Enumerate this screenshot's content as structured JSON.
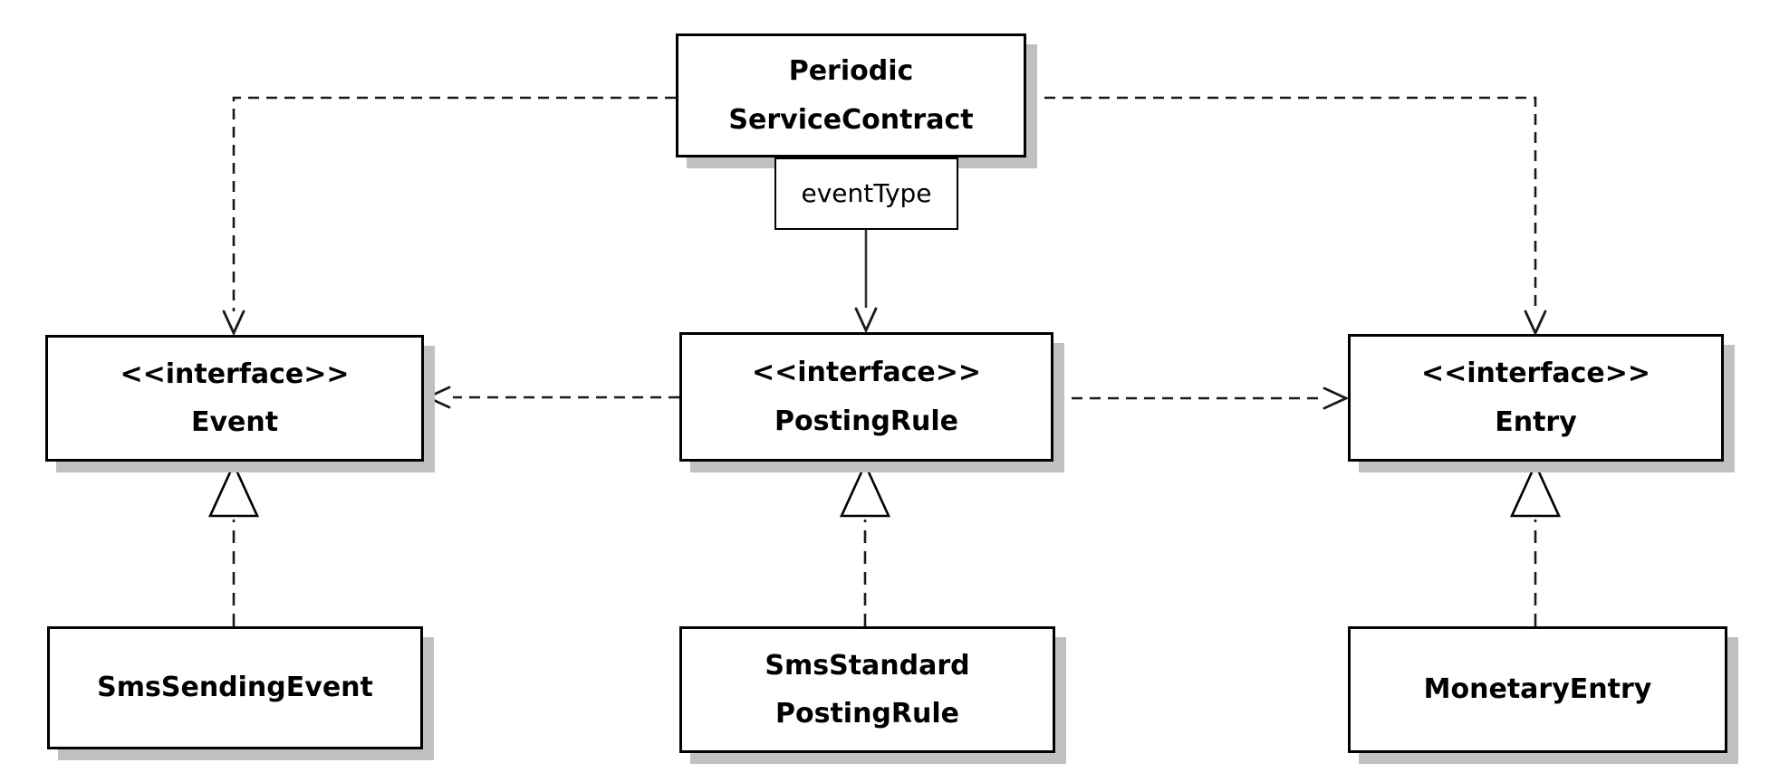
{
  "diagram": {
    "kind": "uml-class-diagram",
    "colors": {
      "background": "#ffffff",
      "node_fill": "#ffffff",
      "border": "#000000",
      "shadow": "#c0c0c0",
      "line": "#1a1a1a"
    },
    "nodes": [
      {
        "id": "periodic-service-contract",
        "lines": [
          "Periodic",
          "ServiceContract"
        ]
      },
      {
        "id": "event-type-attribute",
        "lines": [
          "eventType"
        ]
      },
      {
        "id": "event-interface",
        "lines": [
          "<<interface>>",
          "Event"
        ]
      },
      {
        "id": "posting-rule-interface",
        "lines": [
          "<<interface>>",
          "PostingRule"
        ]
      },
      {
        "id": "entry-interface",
        "lines": [
          "<<interface>>",
          "Entry"
        ]
      },
      {
        "id": "sms-sending-event",
        "lines": [
          "SmsSendingEvent"
        ]
      },
      {
        "id": "sms-standard-posting-rule",
        "lines": [
          "SmsStandard",
          "PostingRule"
        ]
      },
      {
        "id": "monetary-entry",
        "lines": [
          "MonetaryEntry"
        ]
      }
    ],
    "edges": [
      {
        "from": "PeriodicServiceContract",
        "to": "Event",
        "type": "dashed-dependency-open-arrow"
      },
      {
        "from": "PeriodicServiceContract",
        "to": "Entry",
        "type": "dashed-dependency-open-arrow"
      },
      {
        "from": "PeriodicServiceContract.eventType",
        "to": "PostingRule",
        "type": "solid-association-open-arrow"
      },
      {
        "from": "PostingRule",
        "to": "Event",
        "type": "dashed-dependency-open-arrow"
      },
      {
        "from": "PostingRule",
        "to": "Entry",
        "type": "dashed-dependency-open-arrow"
      },
      {
        "from": "SmsSendingEvent",
        "to": "Event",
        "type": "dashed-realization-hollow-triangle"
      },
      {
        "from": "SmsStandardPostingRule",
        "to": "PostingRule",
        "type": "dashed-realization-hollow-triangle"
      },
      {
        "from": "MonetaryEntry",
        "to": "Entry",
        "type": "dashed-realization-hollow-triangle"
      }
    ]
  }
}
